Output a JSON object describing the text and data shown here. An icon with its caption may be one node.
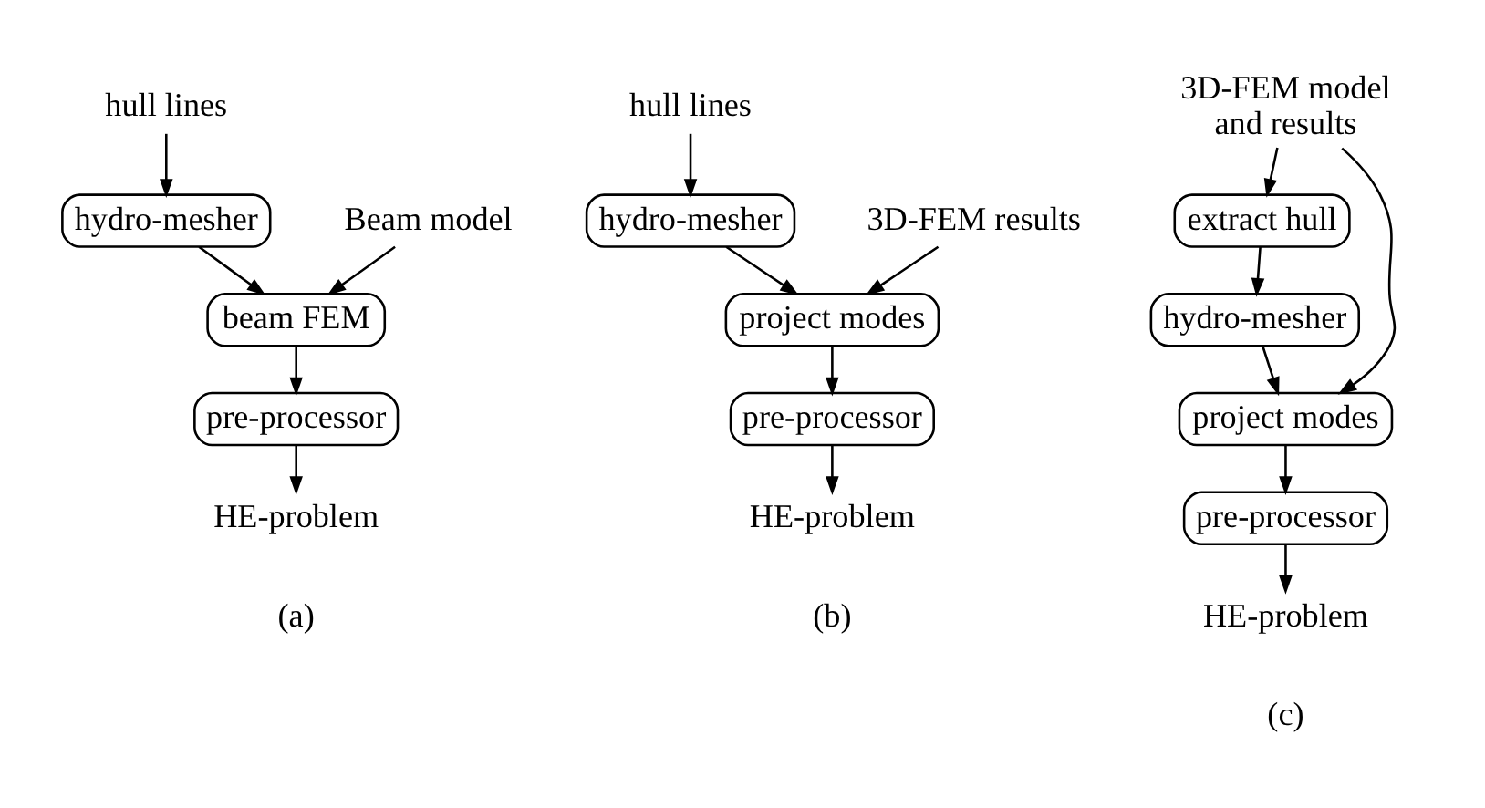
{
  "diagram": {
    "nodes": [
      {
        "text": [
          "Beam model"
        ]
      },
      {
        "text": [
          "hull lines"
        ]
      },
      {
        "text": [
          "hydro-mesher"
        ]
      },
      {
        "text": [
          "beam FEM"
        ]
      },
      {
        "text": [
          "pre-processor"
        ]
      },
      {
        "text": [
          "HE-problem"
        ]
      },
      {
        "text": [
          "3D-FEM results"
        ]
      },
      {
        "text": [
          "hull lines"
        ]
      },
      {
        "text": [
          "hydro-mesher"
        ]
      },
      {
        "text": [
          "project modes"
        ]
      },
      {
        "text": [
          "pre-processor"
        ]
      },
      {
        "text": [
          "HE-problem"
        ]
      },
      {
        "text": [
          "3D-FEM model and results"
        ]
      },
      {
        "text": [
          "extract hull"
        ]
      },
      {
        "text": [
          "hydro-mesher"
        ]
      },
      {
        "text": [
          "project modes"
        ]
      },
      {
        "text": [
          "pre-processor"
        ]
      },
      {
        "text": [
          "HE-problem"
        ]
      }
    ],
    "edges": [
      {
        "from": 0,
        "to": 3,
        "arrow": "to"
      },
      {
        "from": 1,
        "to": 2,
        "arrow": "to"
      },
      {
        "from": 2,
        "to": 3,
        "arrow": "to"
      },
      {
        "from": 3,
        "to": 4,
        "arrow": "to"
      },
      {
        "from": 4,
        "to": 5,
        "arrow": "to"
      },
      {
        "from": 6,
        "to": 9,
        "arrow": "to"
      },
      {
        "from": 7,
        "to": 8,
        "arrow": "to"
      },
      {
        "from": 8,
        "to": 9,
        "arrow": "to"
      },
      {
        "from": 9,
        "to": 10,
        "arrow": "to"
      },
      {
        "from": 10,
        "to": 11,
        "arrow": "to"
      },
      {
        "from": 12,
        "to": 13,
        "arrow": "to"
      },
      {
        "from": 13,
        "to": 14,
        "arrow": "to"
      },
      {
        "from": 14,
        "to": 15,
        "arrow": "to"
      },
      {
        "from": 12,
        "to": 15,
        "arrow": "to"
      },
      {
        "from": 15,
        "to": 16,
        "arrow": "to"
      },
      {
        "from": 16,
        "to": 17,
        "arrow": "to"
      }
    ],
    "labels": [
      "(a)",
      "(b)",
      "(c)"
    ]
  }
}
